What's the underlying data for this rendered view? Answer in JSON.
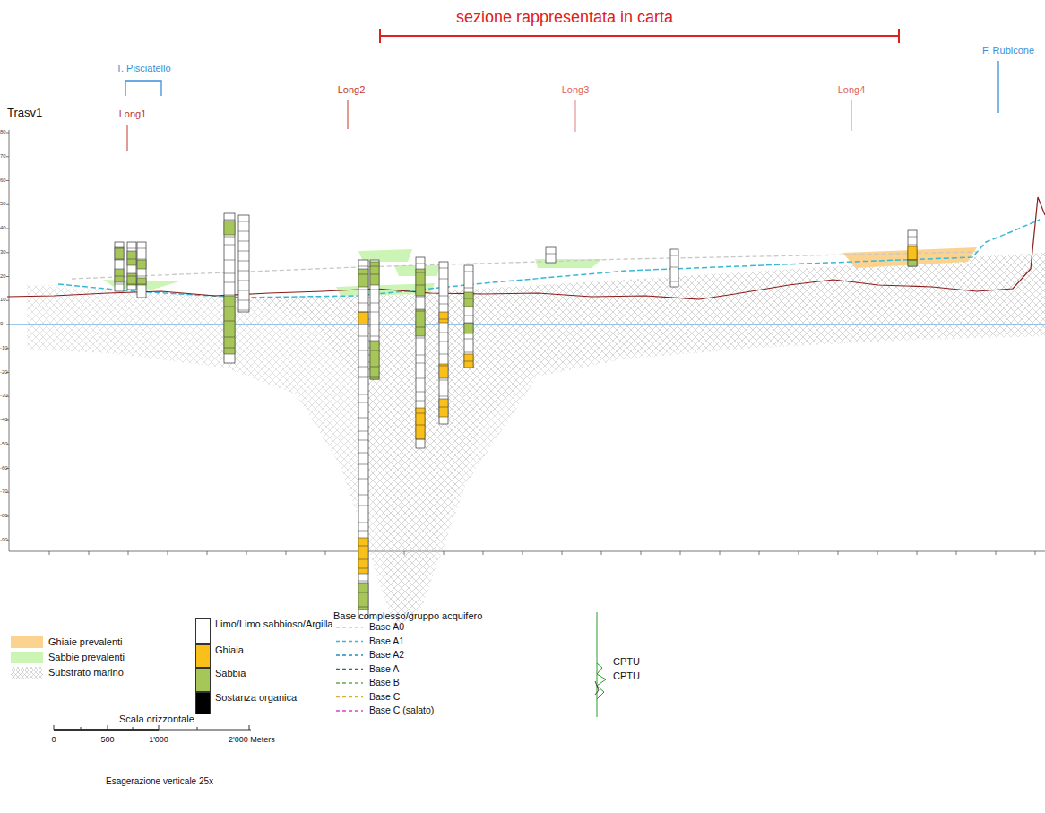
{
  "diagram": {
    "labels": [
      "sezione rappresentata in carta",
      "T. Pisciatello",
      "Long1",
      "Long2",
      "Long3",
      "Long4",
      "F. Rubicone",
      "Trasv1",
      "80",
      "70",
      "60",
      "50",
      "40",
      "30",
      "20",
      "10",
      "0",
      "-10",
      "-20",
      "-30",
      "-40",
      "-50",
      "-60",
      "-70",
      "-80",
      "-90",
      "Base complesso/gruppo acquifero",
      "CPTU",
      "Scala orizzontale",
      "0",
      "500",
      "1'000",
      "2'000 Meters",
      "Esagerazione verticale 25x"
    ],
    "legend": [
      {
        "text": "Ghiaie prevalenti",
        "color": "#fbd38f"
      },
      {
        "text": "Sabbie prevalenti",
        "color": "#ccf5b5"
      },
      {
        "text": "Substrato marino"
      },
      {
        "text": "Limo/Limo sabbioso/Argilla",
        "color": "#ffffff"
      },
      {
        "text": "Ghiaia",
        "color": "#f9c01a"
      },
      {
        "text": "Sabbia",
        "color": "#a6c65a"
      },
      {
        "text": "Sostanza organica",
        "color": "#000000"
      },
      {
        "text": "Base A0"
      },
      {
        "text": "Base A1"
      },
      {
        "text": "Base A2"
      },
      {
        "text": "Base A"
      },
      {
        "text": "Base B"
      },
      {
        "text": "Base C"
      },
      {
        "text": "Base C (salato)"
      },
      {
        "text": "CPTU"
      }
    ]
  }
}
